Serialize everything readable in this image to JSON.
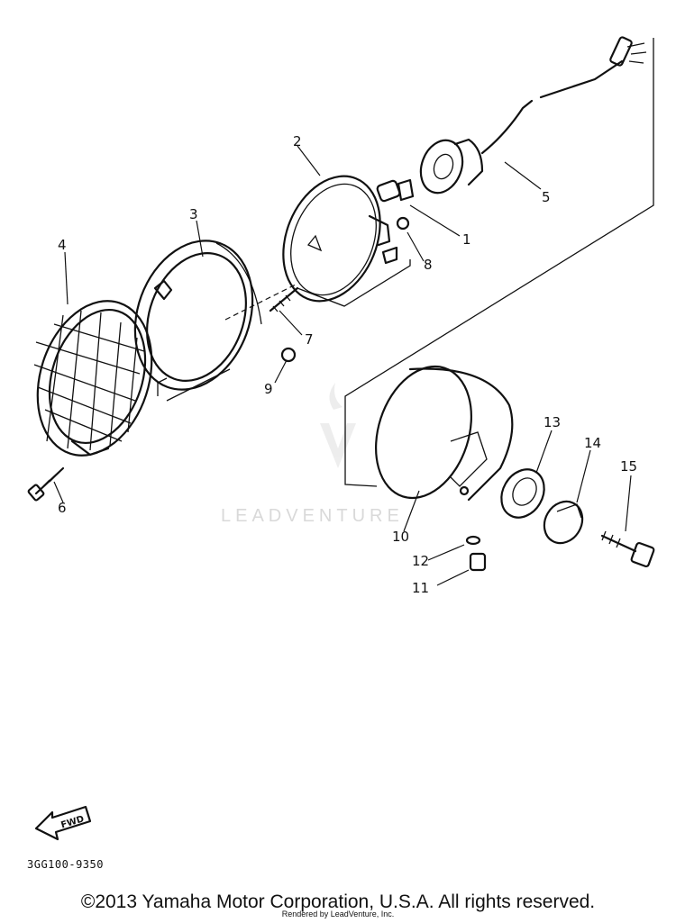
{
  "diagram": {
    "code": "3GG100-9350",
    "fwd_label": "FWD",
    "callouts": [
      "1",
      "2",
      "3",
      "4",
      "5",
      "6",
      "7",
      "8",
      "9",
      "10",
      "11",
      "12",
      "13",
      "14",
      "15"
    ]
  },
  "watermark": {
    "text": "LEADVENTURE"
  },
  "footer": {
    "copyright": "©2013 Yamaha Motor Corporation, U.S.A. All rights reserved.",
    "rendered_by": "Rendered by LeadVenture, Inc."
  },
  "icons": {
    "fwd": "fwd-arrow-icon",
    "watermark": "leadventure-logo-icon"
  }
}
